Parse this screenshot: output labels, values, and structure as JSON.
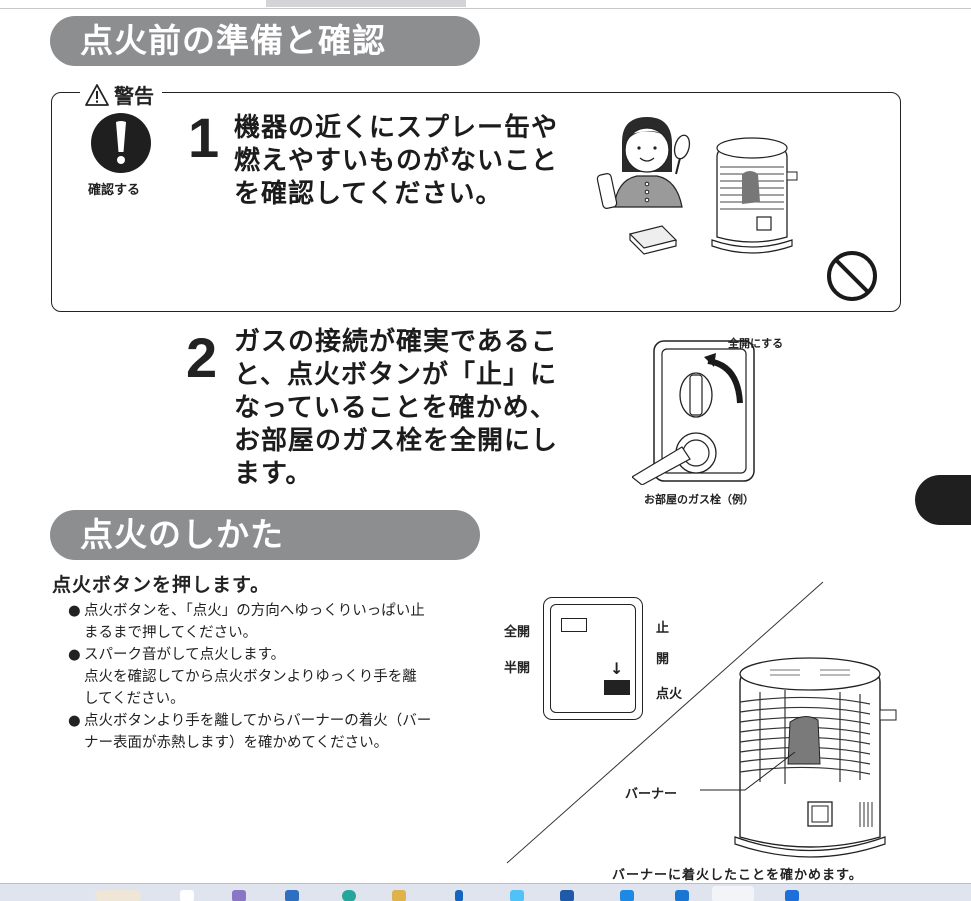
{
  "sections": {
    "prep_title": "点火前の準備と確認",
    "ignite_title": "点火のしかた"
  },
  "warning": {
    "label": "警告",
    "confirm_label": "確認する"
  },
  "steps": [
    {
      "number": "1",
      "lines": [
        "機器の近くにスプレー缶や",
        "燃えやすいものがないこと",
        "を確認してください。"
      ]
    },
    {
      "number": "2",
      "lines": [
        "ガスの接続が確実であるこ",
        "と、点火ボタンが「止」に",
        "なっていることを確かめ、",
        "お部屋のガス栓を全開にし",
        "ます。"
      ]
    }
  ],
  "gas_valve": {
    "caption_top": "全開にする",
    "caption_bottom": "お部屋のガス栓（例）"
  },
  "ignition": {
    "heading": "点火ボタンを押します。",
    "bullets": [
      {
        "dot": "●",
        "lines": [
          "点火ボタンを、「点火」の方向へゆっくりいっぱい止",
          "まるまで押してください。"
        ]
      },
      {
        "dot": "●",
        "lines": [
          "スパーク音がして点火します。",
          "点火を確認してから点火ボタンよりゆっくり手を離",
          "してください。"
        ]
      },
      {
        "dot": "●",
        "lines": [
          "点火ボタンより手を離してからバーナーの着火（バー",
          "ナー表面が赤熱します）を確かめてください。"
        ]
      }
    ]
  },
  "panel": {
    "left_labels": [
      "全開",
      "半開"
    ],
    "right_labels": [
      "止",
      "開",
      "点火"
    ],
    "arrow": "↓"
  },
  "heater_diagram": {
    "burner_label": "バーナー",
    "caption": "バーナーに着火したことを確かめます。"
  },
  "colors": {
    "pill_bg": "#8d8e90",
    "tab_bg": "#1f1f1f",
    "taskbar_bg": "#dfe4ee"
  }
}
